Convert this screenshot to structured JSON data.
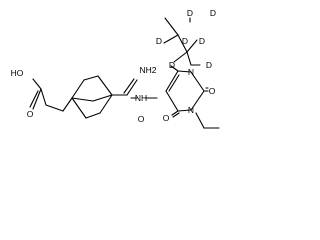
{
  "molecule": {
    "labels": {
      "d1": "D",
      "d2": "D",
      "d3": "D",
      "d4": "D",
      "d5": "D",
      "d6": "D",
      "d7": "D",
      "nh2": "NH2",
      "oh": "HO",
      "o_acid": "O",
      "o_amide": "O",
      "nh": "NH",
      "n1": "N",
      "n3": "N",
      "o2": "O",
      "o4": "O"
    }
  }
}
